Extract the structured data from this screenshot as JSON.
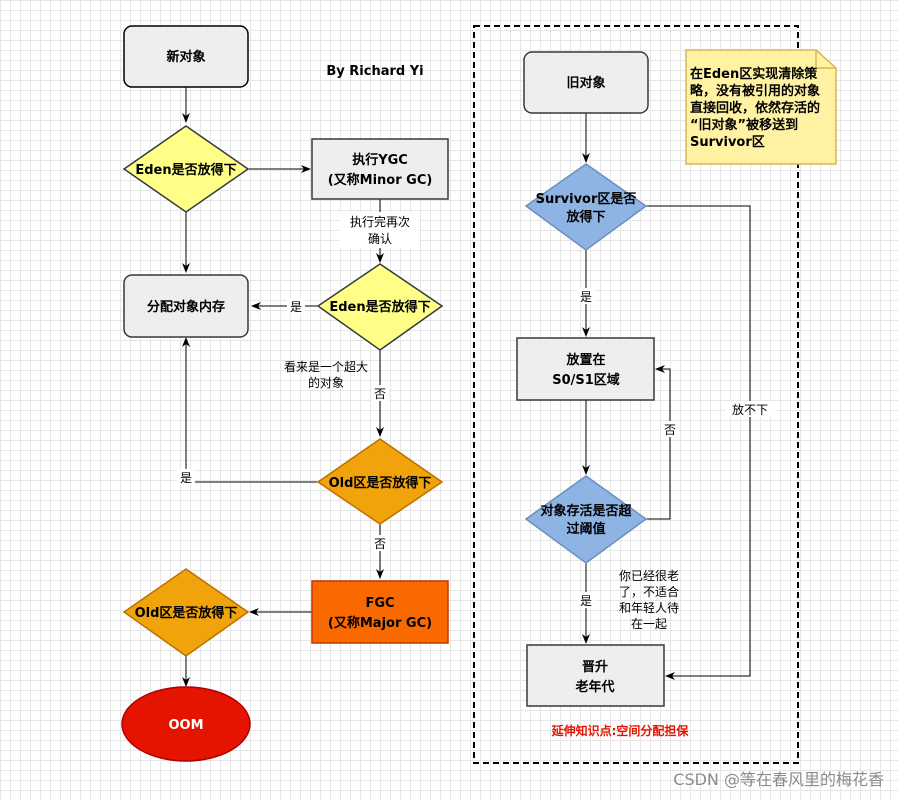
{
  "author": "By Richard Yi",
  "watermark": "CSDN @等在春风里的梅花香",
  "colors": {
    "process_fill": "#eeeeee",
    "decision_yellow": "#ffff88",
    "decision_orange": "#f0a30a",
    "decision_blue": "#8eb4e3",
    "fgc_fill": "#fa6800",
    "oom_fill": "#e51400",
    "note_fill": "#fff2a3"
  },
  "left": {
    "new_object": "新对象",
    "eden_check_1": "Eden是否放得下",
    "ygc": [
      "执行YGC",
      "(又称Minor GC)"
    ],
    "after_ygc": [
      "执行完再次",
      "确认"
    ],
    "eden_check_2": "Eden是否放得下",
    "allocate": "分配对象内存",
    "yes_eden2": "是",
    "big_object": [
      "看来是一个超大",
      "的对象"
    ],
    "no_eden2": "否",
    "old_check_1": "Old区是否放得下",
    "yes_old1": "是",
    "no_old1": "否",
    "fgc": [
      "FGC",
      "(又称Major GC)"
    ],
    "old_check_2": "Old区是否放得下",
    "oom": "OOM"
  },
  "right": {
    "old_object": "旧对象",
    "note": [
      "在Eden区实现清除策",
      "略，没有被引用的对象",
      "直接回收，依然存活的",
      "“旧对象”被移送到",
      "Survivor区"
    ],
    "survivor_check": [
      "Survivor区是否",
      "放得下"
    ],
    "yes_survivor": "是",
    "cannot_fit": "放不下",
    "place_s": [
      "放置在",
      "S0/S1区域"
    ],
    "no_age": "否",
    "age_check": [
      "对象存活是否超",
      "过阈值"
    ],
    "yes_age": "是",
    "old_note": [
      "你已经很老",
      "了，不适合",
      "和年轻人待",
      "在一起"
    ],
    "promote": [
      "晋升",
      "老年代"
    ],
    "extension": "延伸知识点:空间分配担保"
  }
}
